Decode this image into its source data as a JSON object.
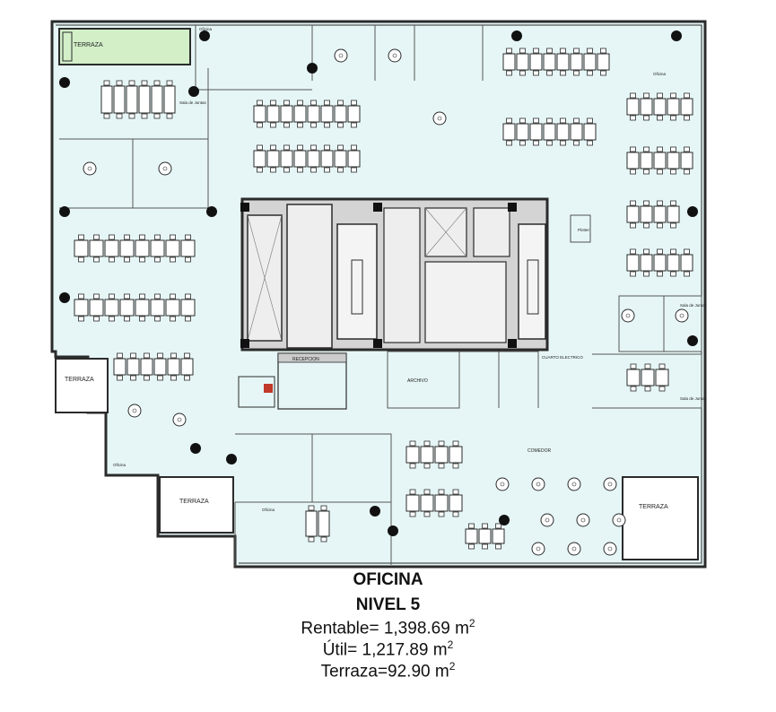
{
  "plan": {
    "rooms": {
      "terraza_1": "TERRAZA",
      "terraza_2": "TERRAZA",
      "terraza_3": "TERRAZA",
      "terraza_4": "TERRAZA",
      "recepcion": "RECEPCION",
      "comedor": "COMEDOR",
      "cuarto_electrico": "CUARTO ELECTRICO",
      "archivo": "ARCHIVO",
      "sala_juntas_1": "Sala de Juntas",
      "sala_juntas_2": "Sala de Juntas",
      "sala_juntas_3": "Sala de Juntas",
      "oficina_1": "Oficina",
      "oficina_2": "Oficina",
      "oficina_3": "Oficina",
      "oficina_4": "Oficina",
      "plotter": "Plotter"
    }
  },
  "caption": {
    "title": "OFICINA",
    "level": "NIVEL 5",
    "rentable_label": "Rentable= 1,398.69 m",
    "util_label": "Útil= 1,217.89 m",
    "terraza_label": "Terraza=92.90 m",
    "unit_exponent": "2"
  },
  "colors": {
    "floor": "#e6f6f6",
    "wall": "#2b2b2b",
    "terrace_green": "#d2efc8",
    "core": "#d4d4d4"
  }
}
